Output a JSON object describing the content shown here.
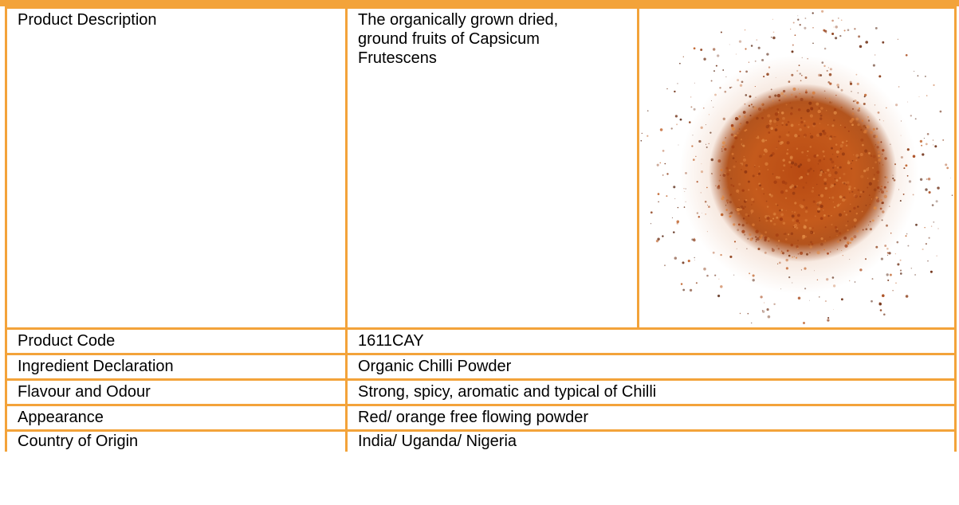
{
  "table": {
    "rows": [
      {
        "label": "Product Description",
        "value": "The organically grown dried, ground fruits of Capsicum Frutescens",
        "image": "chilli-powder-heap"
      },
      {
        "label": "Product Code",
        "value": "1611CAY"
      },
      {
        "label": "Ingredient Declaration",
        "value": "Organic Chilli Powder"
      },
      {
        "label": "Flavour and Odour",
        "value": "Strong, spicy, aromatic and typical of Chilli"
      },
      {
        "label": "Appearance",
        "value": "Red/ orange free flowing powder"
      },
      {
        "label": "Country of Origin",
        "value": "India/ Uganda/ Nigeria"
      }
    ]
  },
  "colors": {
    "border": "#f3a33a",
    "powder": "#c2561a"
  }
}
